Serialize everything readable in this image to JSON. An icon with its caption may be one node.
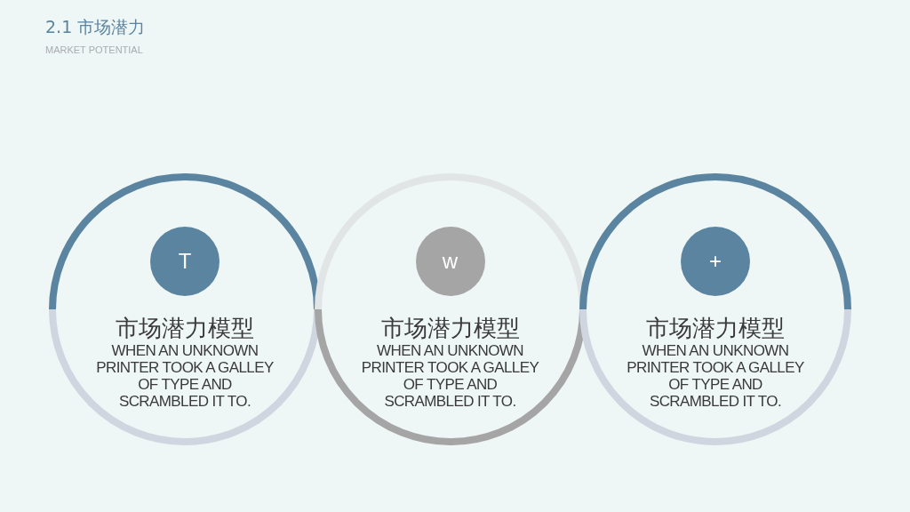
{
  "diagram": {
    "title": "2.1 市场潜力",
    "nodes": [
      {
        "text": [
          "市场潜力模型",
          "WHEN AN UNKNOWN PRINTER TOOK A GALLEY OF TYPE AND SCRAMBLED IT TO."
        ]
      },
      {
        "text": [
          "T"
        ],
        "in": 0
      },
      {
        "text": [
          "市场潜力模型",
          "WHEN AN UNKNOWN PRINTER TOOK A GALLEY OF TYPE AND SCRAMBLED IT TO."
        ]
      },
      {
        "text": [
          "w"
        ],
        "in": 2
      },
      {
        "text": [
          "市场潜力模型",
          "WHEN AN UNKNOWN PRINTER TOOK A GALLEY OF TYPE AND SCRAMBLED IT TO."
        ]
      },
      {
        "text": [
          "+"
        ],
        "in": 4
      }
    ],
    "labels": [
      "MARKET POTENTIAL"
    ]
  }
}
